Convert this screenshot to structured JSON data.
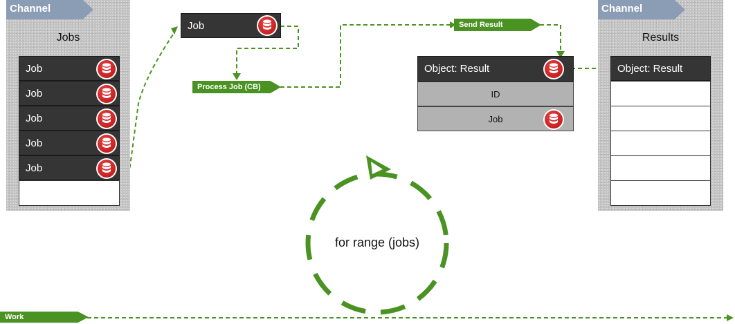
{
  "jobs_panel": {
    "channel_label": "Channel",
    "title": "Jobs",
    "items": [
      {
        "label": "Job"
      },
      {
        "label": "Job"
      },
      {
        "label": "Job"
      },
      {
        "label": "Job"
      },
      {
        "label": "Job"
      }
    ]
  },
  "current_job": {
    "label": "Job"
  },
  "process_tag": {
    "label": "Process Job (CB)"
  },
  "send_tag": {
    "label": "Send Result"
  },
  "result_object": {
    "header": "Object: Result",
    "fields": [
      {
        "label": "ID"
      },
      {
        "label": "Job"
      }
    ]
  },
  "results_panel": {
    "channel_label": "Channel",
    "title": "Results",
    "header": "Object: Result"
  },
  "loop": {
    "label": "for range (jobs)"
  },
  "work_tag": {
    "label": "Work"
  },
  "colors": {
    "flow_green": "#4a9221",
    "db_red": "#c81e1e",
    "panel_grey": "#c3c3c3",
    "channel_tab": "#8a9db4",
    "dark_row": "#353535"
  },
  "icons": {
    "database": "database-icon"
  }
}
